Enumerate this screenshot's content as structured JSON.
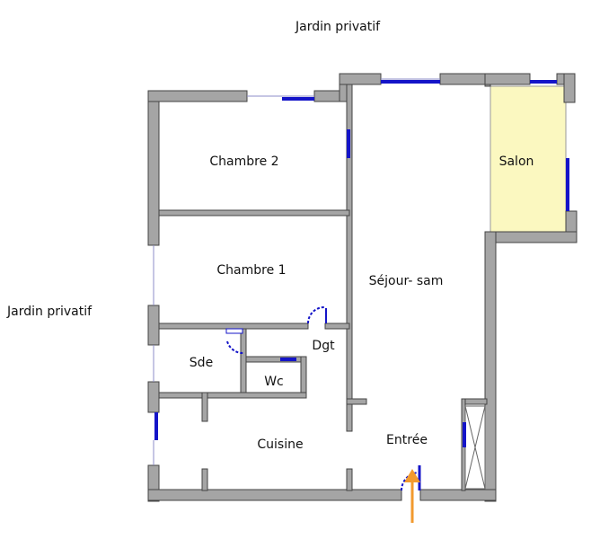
{
  "plan": {
    "exterior_top": "Jardin privatif",
    "exterior_left": "Jardin privatif",
    "rooms": {
      "chambre2": "Chambre 2",
      "chambre1": "Chambre 1",
      "salon": "Salon",
      "sejour": "Séjour- sam",
      "dgt": "Dgt",
      "sde": "Sde",
      "wc": "Wc",
      "cuisine": "Cuisine",
      "entree": "Entrée"
    },
    "colors": {
      "wall": "#a5a5a5",
      "wall_outline": "#444444",
      "window": "#1414c8",
      "salon_fill": "#fbf8c0",
      "entrance_arrow": "#f29a2e"
    }
  }
}
